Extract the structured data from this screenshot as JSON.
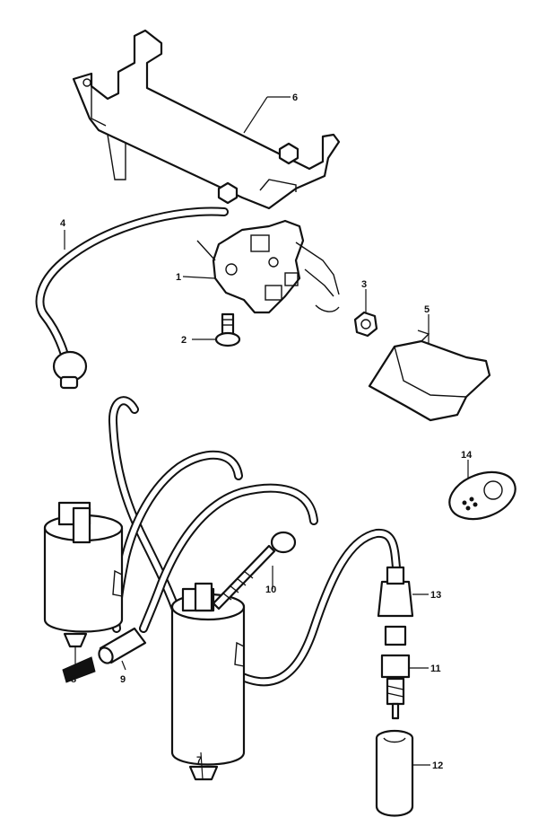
{
  "callouts": [
    {
      "id": "1",
      "label": "1"
    },
    {
      "id": "2",
      "label": "2"
    },
    {
      "id": "3",
      "label": "3"
    },
    {
      "id": "4",
      "label": "4"
    },
    {
      "id": "5",
      "label": "5"
    },
    {
      "id": "6",
      "label": "6"
    },
    {
      "id": "7",
      "label": "7"
    },
    {
      "id": "8",
      "label": "8"
    },
    {
      "id": "9",
      "label": "9"
    },
    {
      "id": "10",
      "label": "10"
    },
    {
      "id": "11",
      "label": "11"
    },
    {
      "id": "12",
      "label": "12"
    },
    {
      "id": "13",
      "label": "13"
    },
    {
      "id": "14",
      "label": "14"
    }
  ],
  "colors": {
    "ink": "#111111",
    "paper": "#ffffff"
  }
}
